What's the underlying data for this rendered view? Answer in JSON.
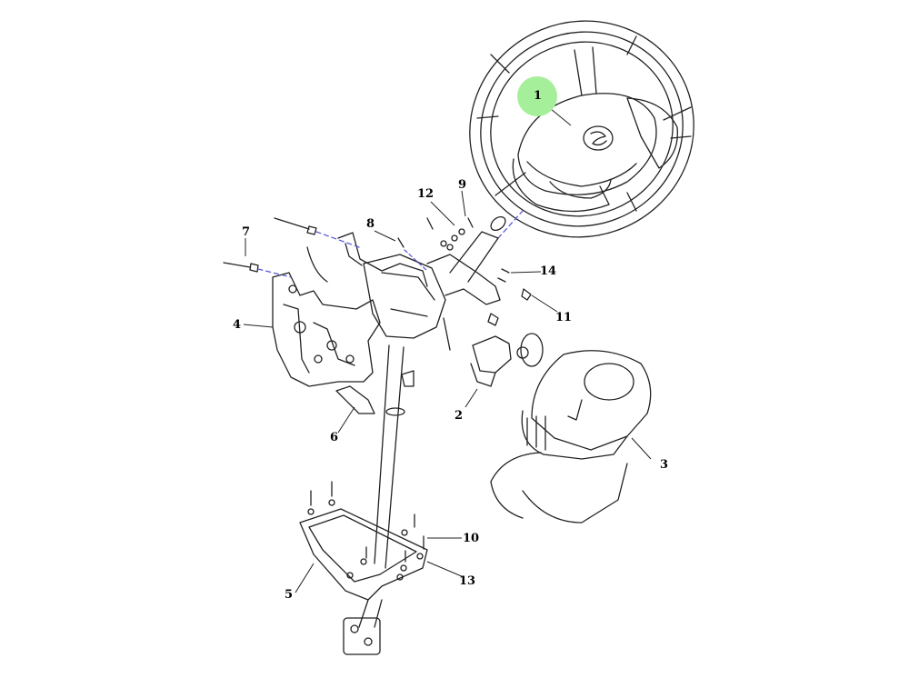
{
  "diagram": {
    "highlight_color": "#a6ef9a",
    "line_color": "#222222",
    "centerline_color": "#5a5ad8",
    "highlighted_callout": "1",
    "callouts": {
      "c1": "1",
      "c2": "2",
      "c3": "3",
      "c4": "4",
      "c5": "5",
      "c6": "6",
      "c7": "7",
      "c8": "8",
      "c9": "9",
      "c10": "10",
      "c11": "11",
      "c12": "12",
      "c13": "13",
      "c14": "14"
    }
  }
}
